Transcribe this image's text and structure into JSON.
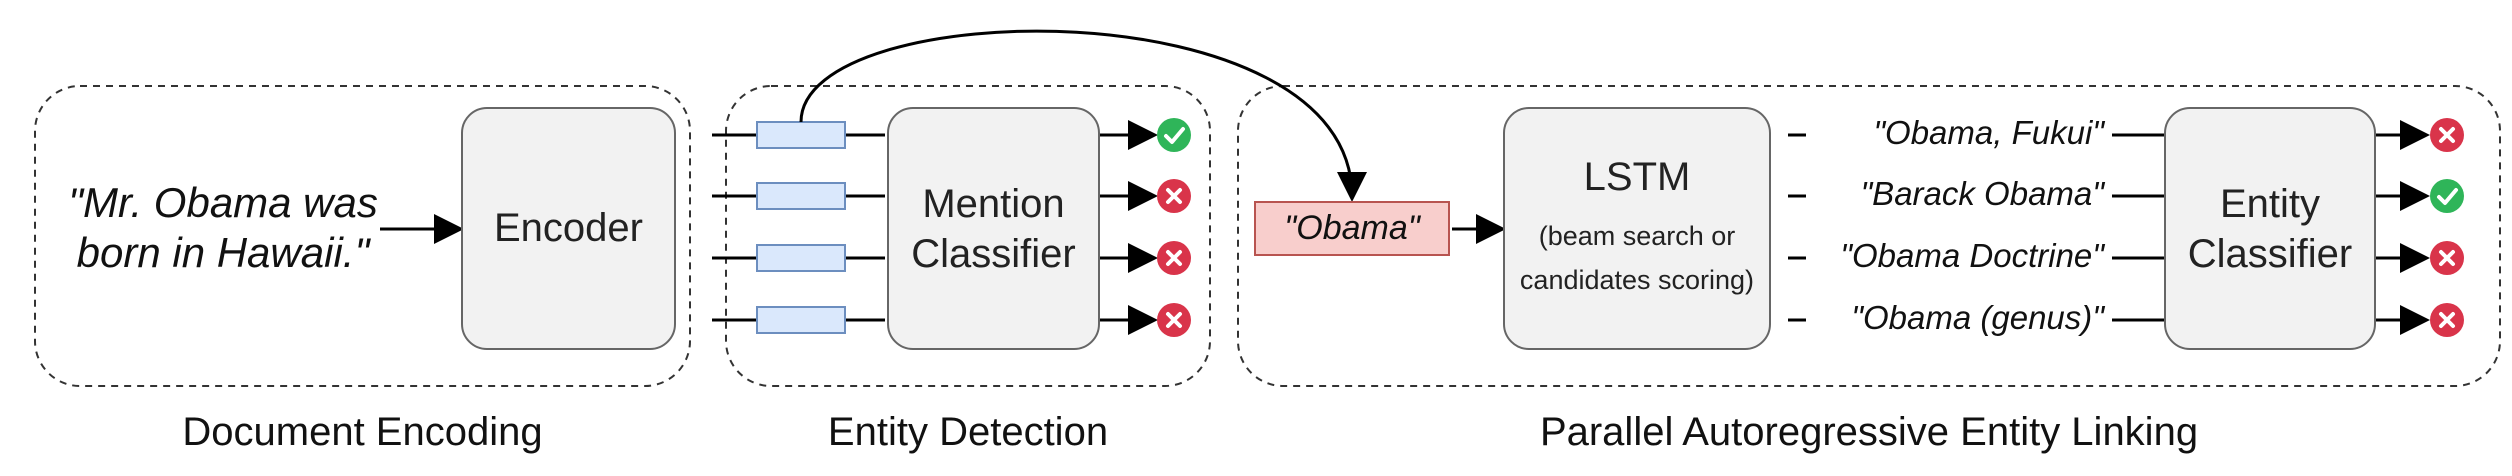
{
  "sections": {
    "document_encoding": "Document Encoding",
    "entity_detection": "Entity Detection",
    "entity_linking": "Parallel Autoregressive Entity Linking"
  },
  "input_text": {
    "line1": "\"Mr. Obama was",
    "line2": "born in Hawaii.\""
  },
  "encoder": {
    "label": "Encoder"
  },
  "mention_classifier": {
    "line1": "Mention",
    "line2": "Classifier"
  },
  "mention": {
    "label": "\"Obama\""
  },
  "lstm": {
    "title": "LSTM",
    "sub1": "(beam search or",
    "sub2": "candidates scoring)"
  },
  "candidates": [
    {
      "text": "\"Obama, Fukui\"",
      "result": "reject"
    },
    {
      "text": "\"Barack Obama\"",
      "result": "accept"
    },
    {
      "text": "\"Obama Doctrine\"",
      "result": "reject"
    },
    {
      "text": "\"Obama (genus)\"",
      "result": "reject"
    }
  ],
  "mention_results": [
    "accept",
    "reject",
    "reject",
    "reject"
  ],
  "entity_classifier": {
    "line1": "Entity",
    "line2": "Classifier"
  },
  "colors": {
    "accept": "#2fb559",
    "reject": "#d9344a",
    "span_fill": "#dae8fc",
    "span_border": "#6c8ebf",
    "mention_fill": "#f8cecc",
    "mention_border": "#b85450",
    "box_fill": "#f2f2f2"
  }
}
